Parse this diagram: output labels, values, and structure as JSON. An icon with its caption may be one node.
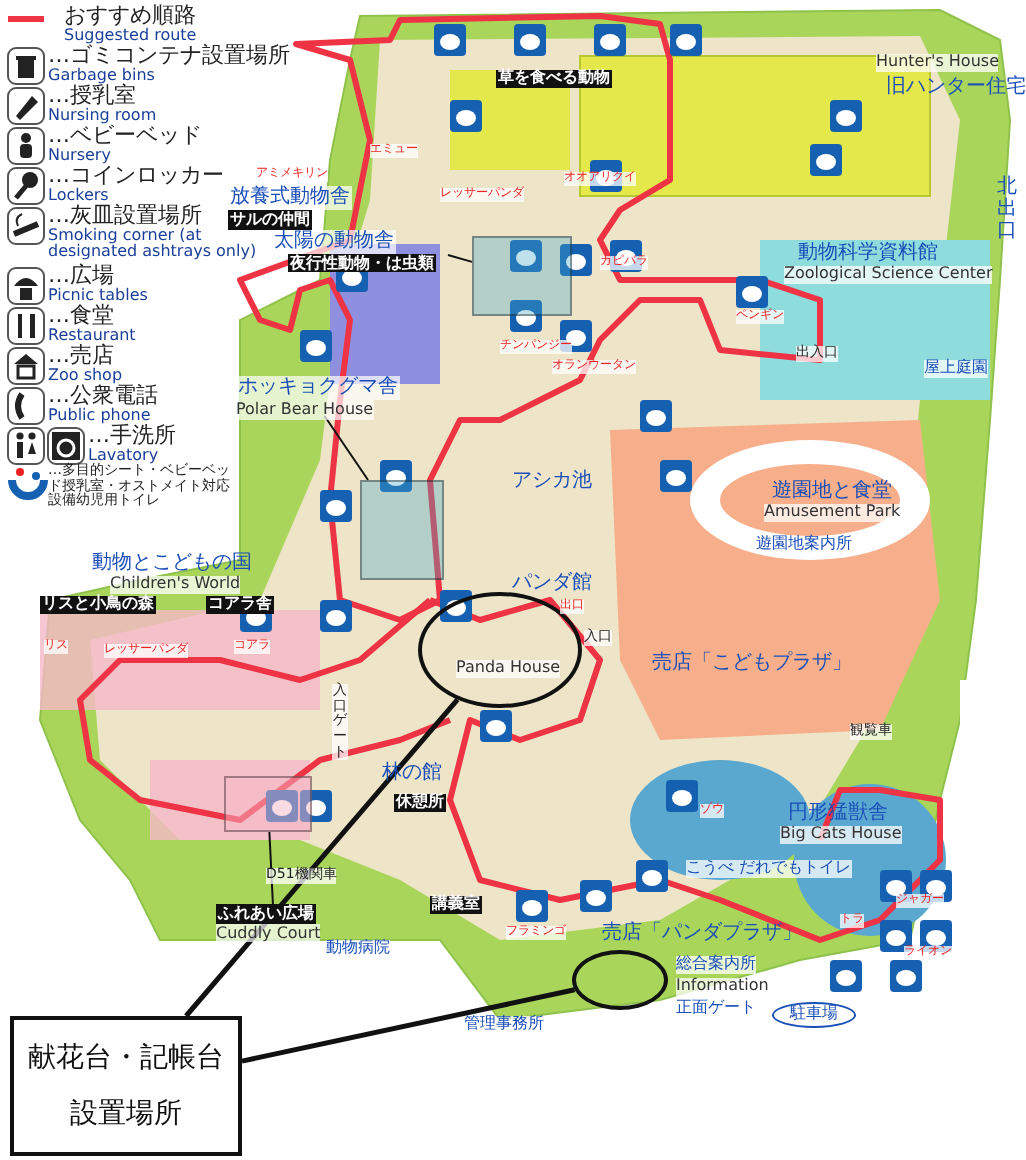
{
  "diagram": {
    "nodes": [
      {
        "text": [
          "放養式動物舎",
          "サルの仲間",
          "太陽の動物舎",
          "夜行性動物・は虫類"
        ]
      },
      {
        "text": [],
        "shape": "box"
      },
      {
        "text": [
          "ホッキョクグマ舎",
          "Polar Bear House"
        ]
      },
      {
        "text": [],
        "shape": "box"
      },
      {
        "text": [],
        "shape": "circle"
      },
      {
        "text": [
          "ふれあい広場",
          "Cuddly Court"
        ]
      },
      {
        "text": [],
        "shape": "box"
      },
      {
        "text": [],
        "shape": "circle"
      },
      {
        "text": [
          "献花台・記帳台設置場所"
        ]
      }
    ],
    "edges": [
      {
        "from": 0,
        "to": 1,
        "arrow": "none"
      },
      {
        "from": 2,
        "to": 3,
        "arrow": "none"
      },
      {
        "from": 5,
        "to": 6,
        "arrow": "none"
      },
      {
        "from": 8,
        "to": 4,
        "arrow": "none",
        "style": "thick"
      },
      {
        "from": 8,
        "to": 7,
        "arrow": "none",
        "style": "thick"
      }
    ],
    "labels": [
      "草を食べる動物",
      "Hunter's House",
      "旧ハンター住宅",
      "北出口",
      "動物科学資料館",
      "Zoological Science Center",
      "出入口",
      "屋上庭園",
      "アミメキリン",
      "エミュー",
      "レッサーパンダ",
      "オオアリクイ",
      "カピバラ",
      "チンパンジー",
      "オランウータン",
      "ペンギン",
      "動物とこどもの国",
      "Children's World",
      "リスと小鳥の森",
      "コアラ舎",
      "リス",
      "レッサーパンダ",
      "コアラ",
      "入口ゲート",
      "アシカ池",
      "パンダ館",
      "Panda House",
      "出口",
      "入口",
      "林の館",
      "休憩所",
      "遊園地と食堂",
      "Amusement Park",
      "遊園地案内所",
      "売店「こどもプラザ」",
      "観覧車",
      "講義室",
      "動物病院",
      "管理事務所",
      "D51機関車",
      "ゾウ",
      "円形猛獣舎",
      "Big Cats House",
      "ジャガー",
      "トラ",
      "ライオン",
      "こうべ だれでもトイレ",
      "売店「パンダプラザ」",
      "総合案内所",
      "Information",
      "正面ゲート",
      "駐車場",
      "フラミンゴ"
    ],
    "legend": [
      {
        "text": "おすすめ順路 Suggested route",
        "color": "#ee3344"
      },
      {
        "text": "…ゴミコンテナ設置場所 Garbage bins"
      },
      {
        "text": "…授乳室 Nursing room"
      },
      {
        "text": "…ベビーベッド Nursery"
      },
      {
        "text": "…コインロッカー Lockers"
      },
      {
        "text": "…灰皿設置場所 Smoking corner (at designated ashtrays only)"
      },
      {
        "text": "…広場 Picnic tables"
      },
      {
        "text": "…食堂 Restaurant"
      },
      {
        "text": "…売店 Zoo shop"
      },
      {
        "text": "…公衆電話 Public phone"
      },
      {
        "text": "…手洗所 Lavatory"
      },
      {
        "text": "…多目的シート・ベビーベッド授乳室・オストメイト対応設備幼児用トイレ"
      }
    ]
  }
}
